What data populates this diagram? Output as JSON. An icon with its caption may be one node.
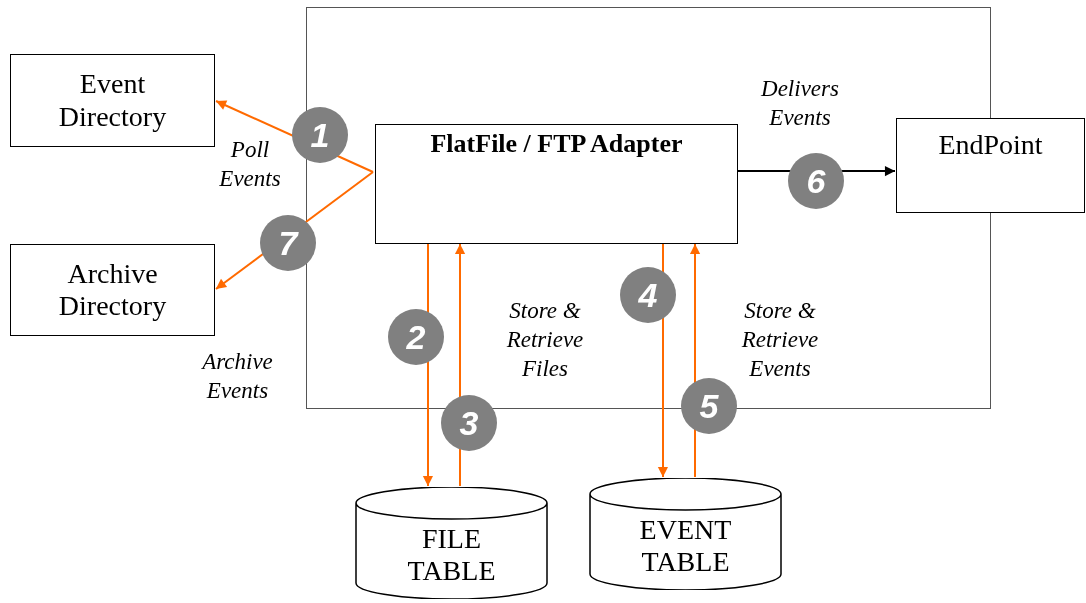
{
  "diagram": {
    "nodes": [
      {
        "text": [],
        "shape": "box"
      },
      {
        "text": [
          "FlatFile / FTP Adapter"
        ],
        "in": 0
      },
      {
        "text": [
          "Event Directory"
        ]
      },
      {
        "text": [
          "Archive Directory"
        ]
      },
      {
        "text": [
          "EndPoint"
        ]
      },
      {
        "text": [
          "FILE TABLE"
        ]
      },
      {
        "text": [
          "EVENT TABLE"
        ]
      }
    ],
    "edges": [
      {
        "from": 1,
        "to": 2,
        "arrow": "to",
        "label": "1"
      },
      {
        "from": 1,
        "to": 3,
        "arrow": "to",
        "label": "7"
      },
      {
        "from": 1,
        "to": 5,
        "arrow": "to",
        "label": "2"
      },
      {
        "from": 5,
        "to": 1,
        "arrow": "to",
        "label": "3"
      },
      {
        "from": 1,
        "to": 6,
        "arrow": "to",
        "label": "4"
      },
      {
        "from": 6,
        "to": 1,
        "arrow": "to",
        "label": "5"
      },
      {
        "from": 1,
        "to": 4,
        "arrow": "to",
        "label": "6",
        "color": "#000000"
      }
    ],
    "labels": [
      "Delivers Events",
      "Poll Events",
      "Store & Retrieve Files",
      "Store & Retrieve Events",
      "Archive Events"
    ]
  }
}
